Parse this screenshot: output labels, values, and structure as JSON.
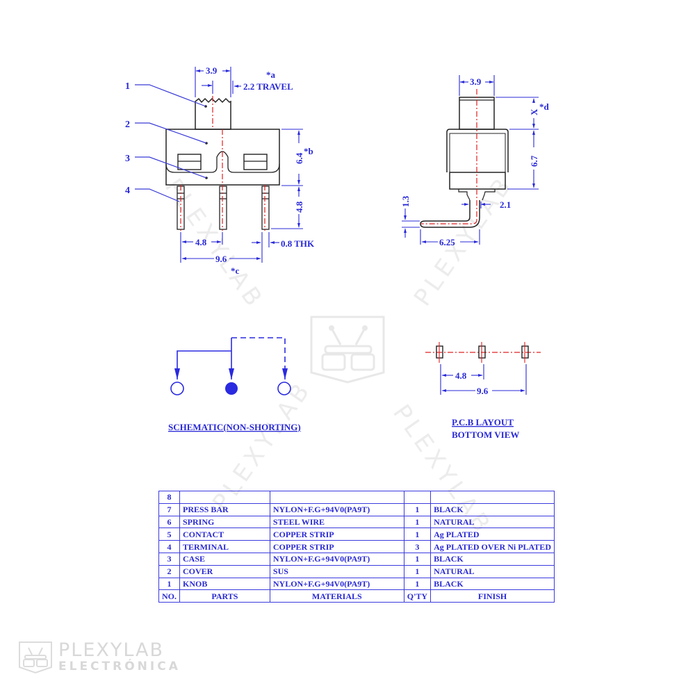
{
  "front_view": {
    "callouts": [
      "1",
      "2",
      "3",
      "4"
    ],
    "dim_knob_width": "3.9",
    "note_a": "*a",
    "dim_travel": "2.2 TRAVEL",
    "dim_body_height": "6.4",
    "note_b": "*b",
    "dim_pin_length": "4.8",
    "dim_pitch": "4.8",
    "dim_thk": "0.8 THK",
    "dim_span": "9.6",
    "note_c": "*c"
  },
  "side_view": {
    "dim_knob_width": "3.9",
    "dim_x": "X",
    "note_d": "*d",
    "dim_body_height": "6.7",
    "dim_bend_height": "1.3",
    "dim_pin_offset": "2.1",
    "dim_bend_length": "6.25"
  },
  "schematic": {
    "title": "SCHEMATIC(NON-SHORTING)"
  },
  "pcb_layout": {
    "dim_pitch": "4.8",
    "dim_span": "9.6",
    "title_line1": "P.C.B LAYOUT",
    "title_line2": "BOTTOM VIEW"
  },
  "bom_table": {
    "headers": {
      "no": "NO.",
      "parts": "PARTS",
      "materials": "MATERIALS",
      "qty": "Q'TY",
      "finish": "FINISH"
    },
    "rows": [
      {
        "no": "8",
        "part": "",
        "material": "",
        "qty": "",
        "finish": ""
      },
      {
        "no": "7",
        "part": "PRESS BAR",
        "material": "NYLON+F.G+94V0(PA9T)",
        "qty": "1",
        "finish": "BLACK"
      },
      {
        "no": "6",
        "part": "SPRING",
        "material": "STEEL WIRE",
        "qty": "1",
        "finish": "NATURAL"
      },
      {
        "no": "5",
        "part": "CONTACT",
        "material": "COPPER STRIP",
        "qty": "1",
        "finish": "Ag PLATED"
      },
      {
        "no": "4",
        "part": "TERMINAL",
        "material": "COPPER STRIP",
        "qty": "3",
        "finish": "Ag PLATED OVER Ni PLATED"
      },
      {
        "no": "3",
        "part": "CASE",
        "material": "NYLON+F.G+94V0(PA9T)",
        "qty": "1",
        "finish": "BLACK"
      },
      {
        "no": "2",
        "part": "COVER",
        "material": "SUS",
        "qty": "1",
        "finish": "NATURAL"
      },
      {
        "no": "1",
        "part": "KNOB",
        "material": "NYLON+F.G+94V0(PA9T)",
        "qty": "1",
        "finish": "BLACK"
      }
    ]
  },
  "watermark": {
    "text": "PLEXYLAB",
    "brand_name": "PLEXYLAB",
    "brand_sub": "ELECTRÓNICA"
  },
  "colors": {
    "dimension_blue": "#2828d8",
    "centerline_red": "#e02020",
    "outline": "#222222",
    "watermark_gray": "#e6e6e6"
  }
}
